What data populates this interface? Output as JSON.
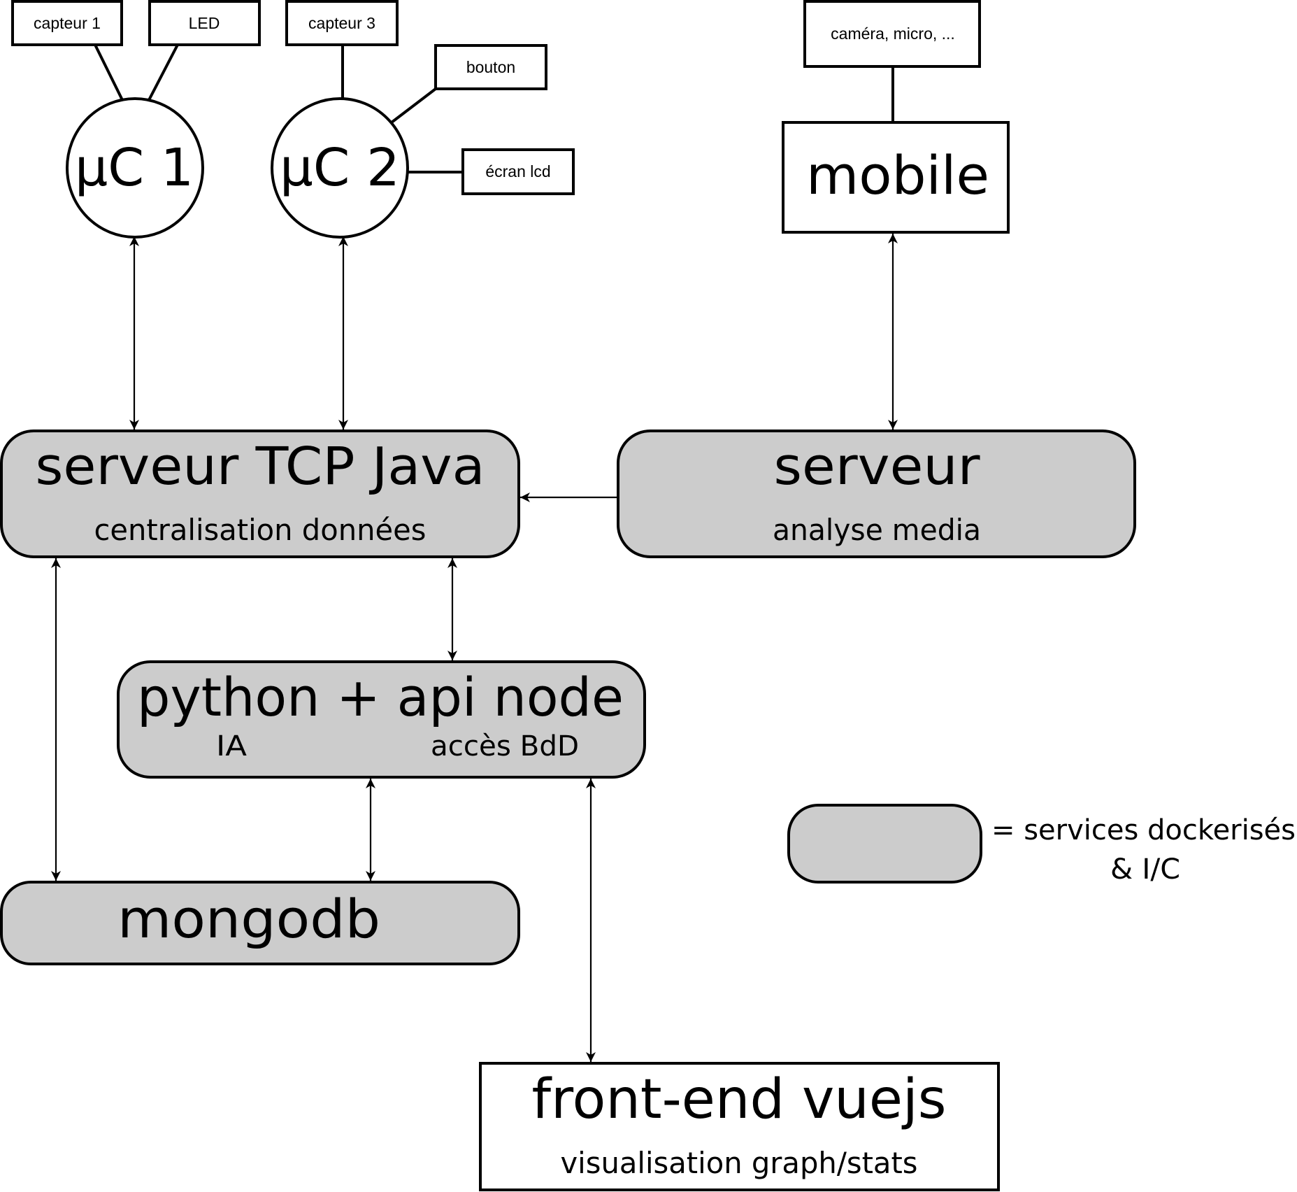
{
  "diagram": {
    "peripherals": {
      "capteur1": "capteur 1",
      "led": "LED",
      "capteur3": "capteur 3",
      "bouton": "bouton",
      "ecran_lcd": "écran lcd",
      "camera": "caméra, micro, ..."
    },
    "microcontrollers": {
      "uc1": "µC 1",
      "uc2": "µC 2"
    },
    "mobile": {
      "title": "mobile"
    },
    "tcp_server": {
      "title": "serveur TCP Java",
      "subtitle": "centralisation données"
    },
    "media_server": {
      "title": "serveur",
      "subtitle": "analyse media"
    },
    "python_api": {
      "title": "python + api node",
      "left_sub": "IA",
      "right_sub": "accès BdD"
    },
    "mongodb": {
      "title": "mongodb"
    },
    "frontend": {
      "title": "front-end vuejs",
      "subtitle": "visualisation graph/stats"
    },
    "legend": {
      "line1": "= services dockerisés",
      "line2": "& I/C"
    },
    "colors": {
      "service_fill": "#cccccc",
      "stroke": "#000000",
      "background": "#ffffff"
    },
    "connections": [
      {
        "from": "capteur 1",
        "to": "µC 1",
        "type": "line"
      },
      {
        "from": "LED",
        "to": "µC 1",
        "type": "line"
      },
      {
        "from": "capteur 3",
        "to": "µC 2",
        "type": "line"
      },
      {
        "from": "bouton",
        "to": "µC 2",
        "type": "line"
      },
      {
        "from": "écran lcd",
        "to": "µC 2",
        "type": "line"
      },
      {
        "from": "caméra, micro, ...",
        "to": "mobile",
        "type": "line"
      },
      {
        "from": "µC 1",
        "to": "serveur TCP Java",
        "type": "bidirectional"
      },
      {
        "from": "µC 2",
        "to": "serveur TCP Java",
        "type": "bidirectional"
      },
      {
        "from": "mobile",
        "to": "serveur",
        "type": "bidirectional"
      },
      {
        "from": "serveur",
        "to": "serveur TCP Java",
        "type": "directed"
      },
      {
        "from": "serveur TCP Java",
        "to": "mongodb",
        "type": "bidirectional"
      },
      {
        "from": "serveur TCP Java",
        "to": "python + api node",
        "type": "bidirectional"
      },
      {
        "from": "python + api node",
        "to": "mongodb",
        "type": "bidirectional"
      },
      {
        "from": "python + api node",
        "to": "front-end vuejs",
        "type": "bidirectional"
      }
    ]
  }
}
